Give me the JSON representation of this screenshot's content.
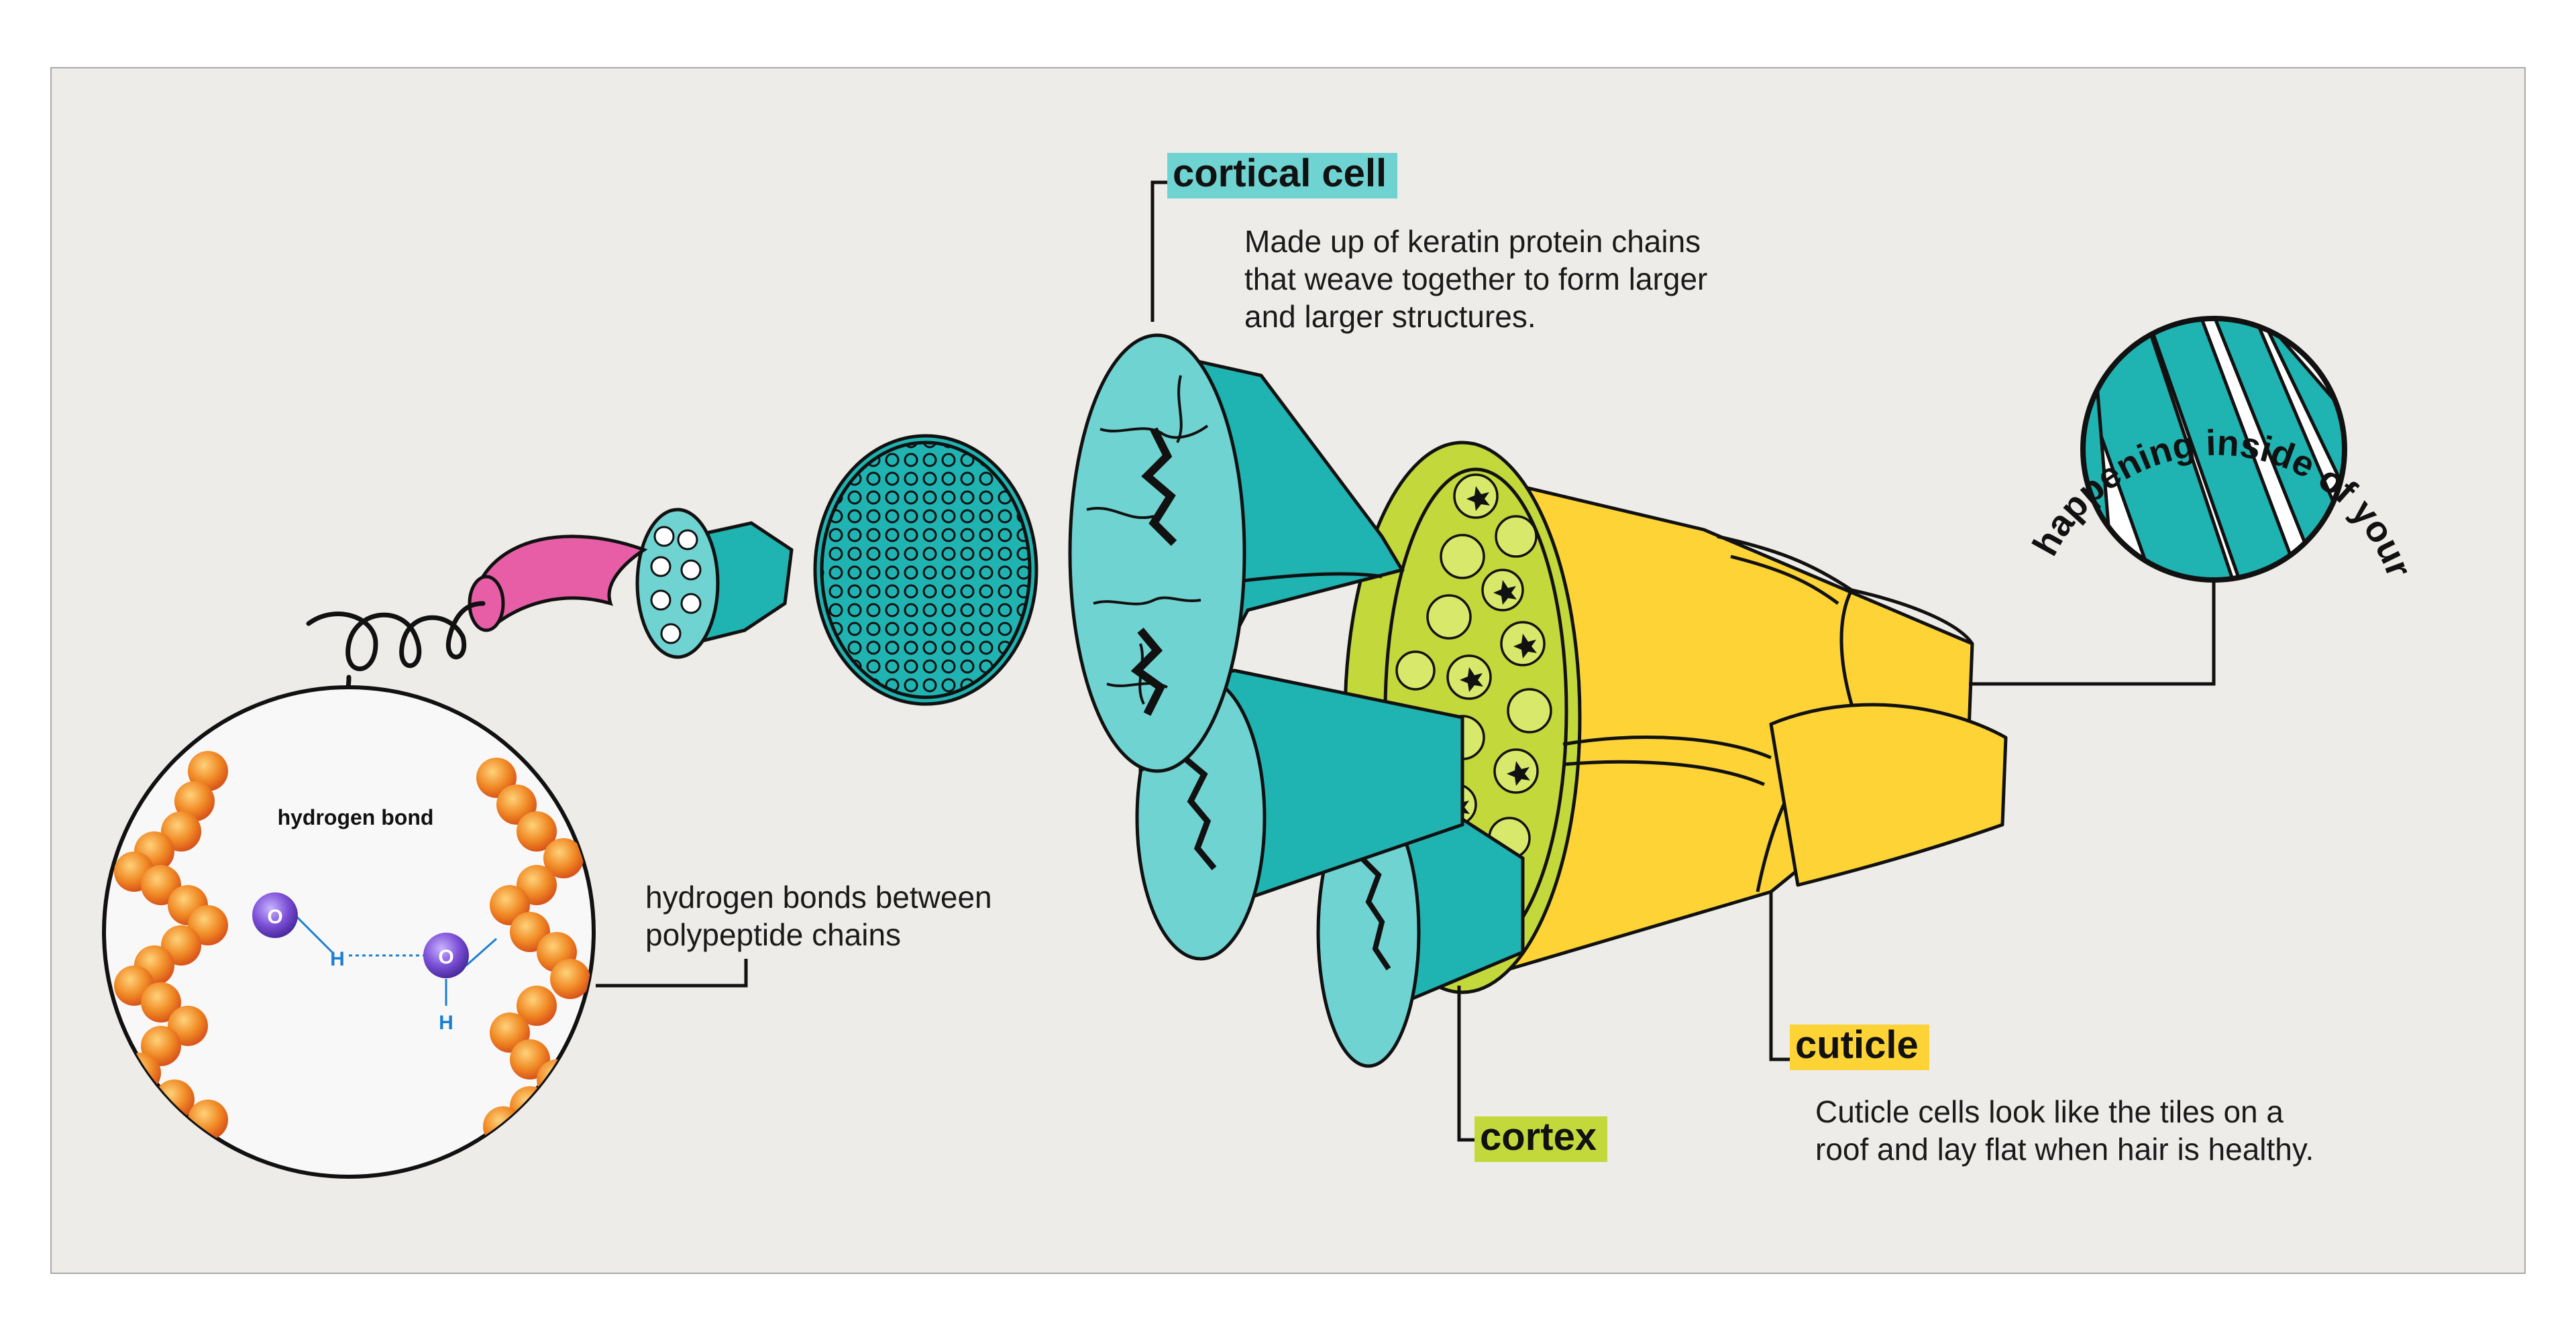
{
  "labels": {
    "cortical_cell": "cortical cell",
    "cuticle": "cuticle",
    "cortex": "cortex"
  },
  "descriptions": {
    "cortical_cell": "Made up of keratin protein chains\nthat weave together to form larger\nand larger structures.",
    "hydrogen_bonds": "hydrogen bonds between\npolypeptide chains",
    "cuticle": "Cuticle cells look like the tiles on a\nroof and lay flat when hair is healthy."
  },
  "inset": {
    "title": "hydrogen bond",
    "atom_o": "O",
    "atom_h": "H"
  },
  "curved_title": "what's happening inside of your hair?",
  "colors": {
    "teal": "#1fb3b1",
    "teal_light": "#6fd3d2",
    "teal_dark": "#16918f",
    "yellow": "#fdd335",
    "green": "#c3d83a",
    "pink": "#e75ea6",
    "orange": "#ee7b22",
    "oxygen": "#7b4fd6",
    "background": "#edece8"
  }
}
